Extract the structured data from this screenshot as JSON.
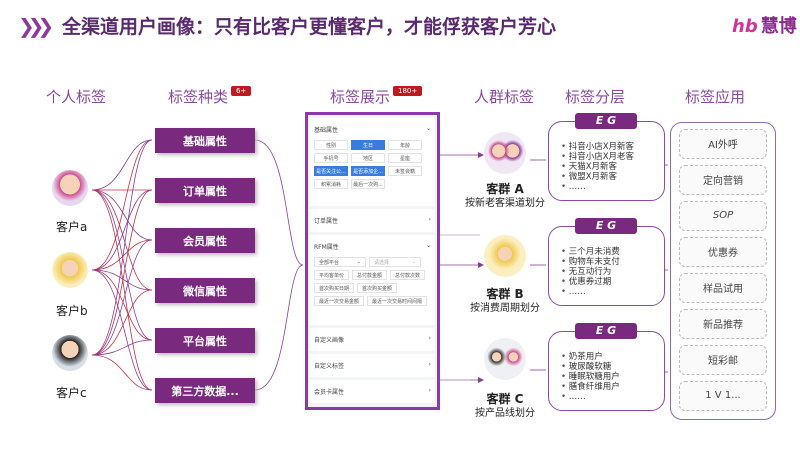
{
  "header": {
    "title": "全渠道用户画像：只有比客户更懂客户，才能俘获客户芳心",
    "logo_mark": "hb",
    "logo_text": "慧博"
  },
  "columns": {
    "personal": "个人标签",
    "types": "标签种类",
    "types_badge": "6+",
    "display": "标签展示",
    "display_badge": "180+",
    "crowd": "人群标签",
    "layer": "标签分层",
    "app": "标签应用"
  },
  "customers": [
    {
      "label": "客户a"
    },
    {
      "label": "客户b"
    },
    {
      "label": "客户c"
    }
  ],
  "tag_types": [
    "基础属性",
    "订单属性",
    "会员属性",
    "微信属性",
    "平台属性",
    "第三方数据..."
  ],
  "panel": {
    "basic": {
      "title": "基础属性",
      "chips": [
        "性别",
        "生日",
        "年龄",
        "手机号",
        "地区",
        "星座",
        "是否关注公...",
        "是否添加企...",
        "未签会籍",
        "积累消耗",
        "最后一次购..."
      ]
    },
    "order": {
      "title": "订单属性"
    },
    "rfm": {
      "title": "RFM属性",
      "select1": "全部平台",
      "select2": "请选择",
      "chips": [
        "平均客单价",
        "总付款金额",
        "总付款次数",
        "首次购买日期",
        "首次购买金额",
        "最近一次交易金额",
        "最近一次交易时间间隔"
      ]
    },
    "others": [
      "自定义画像",
      "自定义标签",
      "会员卡属性"
    ]
  },
  "groups": [
    {
      "name": "客群 A",
      "desc": "按新老客渠道划分"
    },
    {
      "name": "客群 B",
      "desc": "按消费周期划分"
    },
    {
      "name": "客群 C",
      "desc": "按产品线划分"
    }
  ],
  "eg_label": "E G",
  "eg": [
    [
      "抖音小店X月新客",
      "抖音小店X月老客",
      "天猫X月新客",
      "微盟X月新客",
      "……"
    ],
    [
      "三个月未消费",
      "购物车未支付",
      "无互动行为",
      "优惠券过期",
      "……"
    ],
    [
      "奶茶用户",
      "玻尿酸软糖",
      "睡眠软糖用户",
      "膳食纤维用户",
      "……"
    ]
  ],
  "apps": [
    "AI外呼",
    "定向营销",
    "SOP",
    "优惠券",
    "样品试用",
    "新品推荐",
    "短彩邮",
    "1 V 1..."
  ],
  "colors": {
    "accent": "#7a2a7e",
    "badge": "#c01a20"
  }
}
